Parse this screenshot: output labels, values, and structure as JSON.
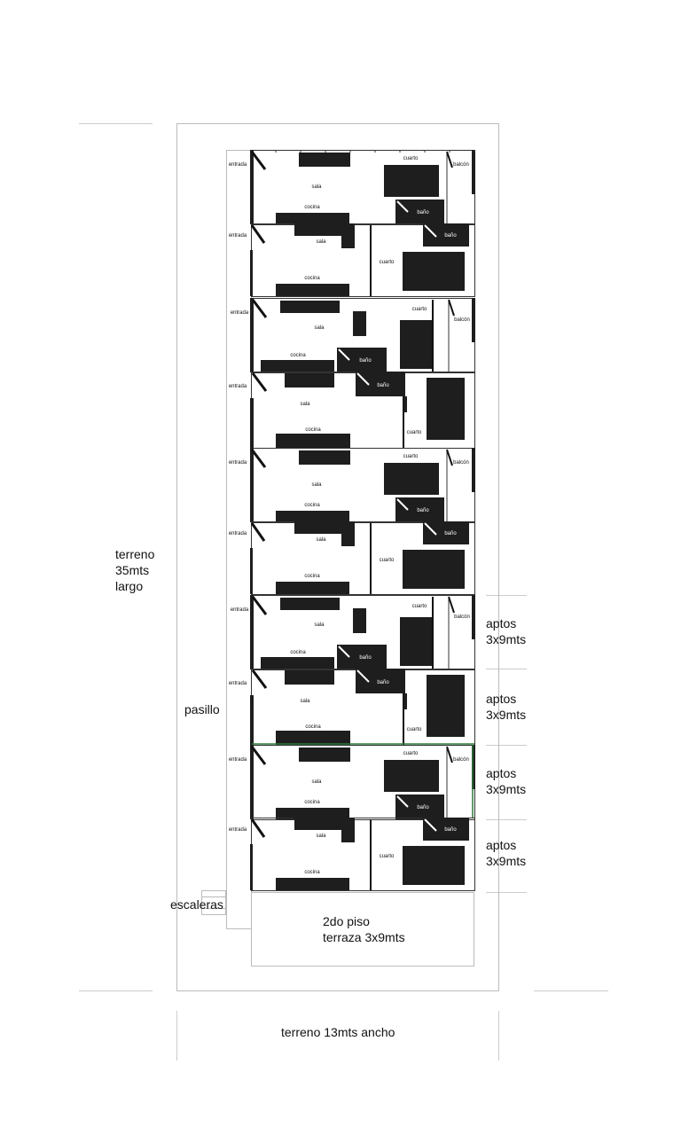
{
  "labels": {
    "terreno_largo": [
      "terreno",
      "35mts",
      "largo"
    ],
    "pasillo": "pasillo",
    "escaleras": "escaleras",
    "terraza": [
      "2do piso",
      "terraza 3x9mts"
    ],
    "terreno_ancho": "terreno 13mts ancho",
    "aptos": [
      "aptos",
      "3x9mts"
    ]
  },
  "room_labels": {
    "entrada": "entrada",
    "sala": "sala",
    "cocina": "cocina",
    "cuarto": "cuarto",
    "bano": "baño",
    "balcon": "balcón"
  },
  "units": [
    {
      "type": "A"
    },
    {
      "type": "B"
    },
    {
      "type": "C"
    },
    {
      "type": "D"
    },
    {
      "type": "A"
    },
    {
      "type": "B"
    },
    {
      "type": "C"
    },
    {
      "type": "D"
    },
    {
      "type": "A"
    },
    {
      "type": "B"
    }
  ],
  "colors": {
    "fill": "#1e1e1e",
    "line": "#333333",
    "guide": "#cccccc",
    "accent": "#2a7a3a"
  }
}
